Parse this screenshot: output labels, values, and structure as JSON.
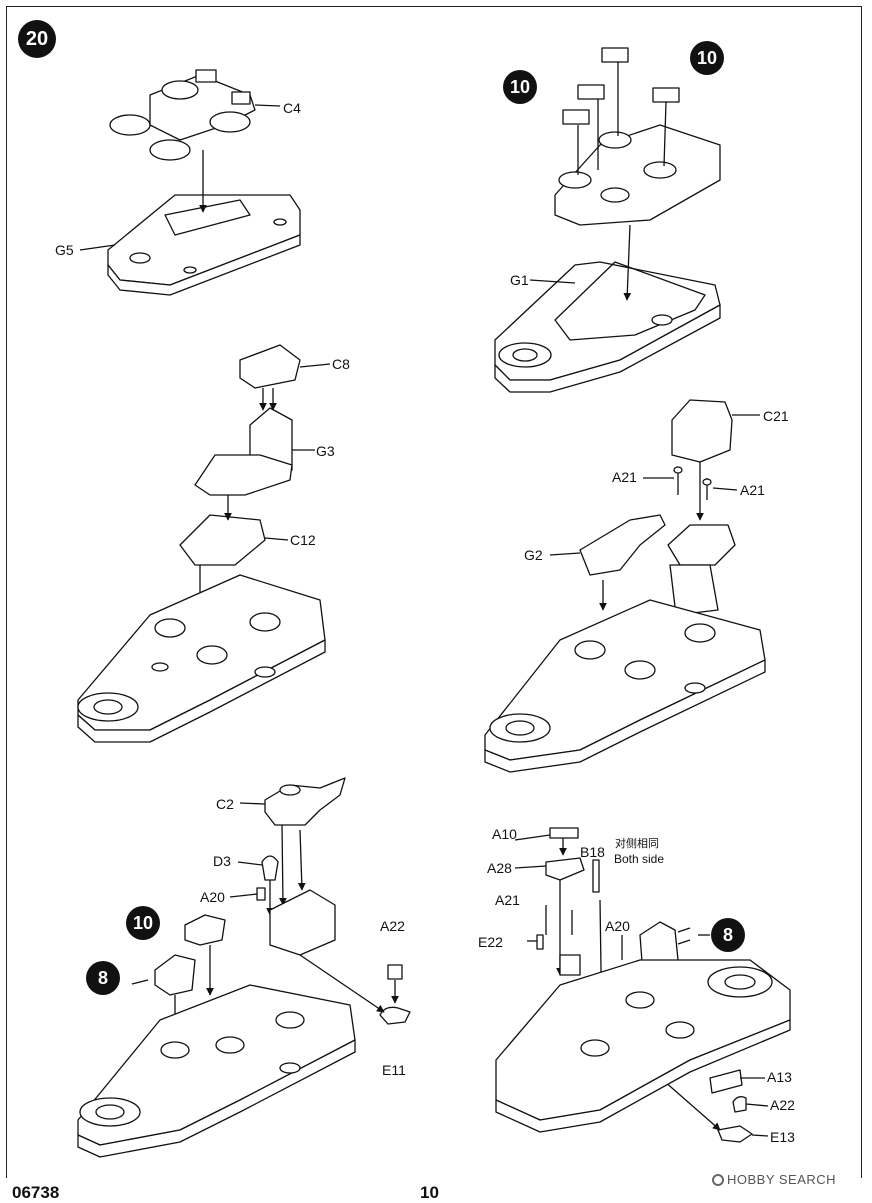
{
  "page": {
    "step_number": "20",
    "model_code": "06738",
    "page_number": "10",
    "watermark": "HOBBY SEARCH"
  },
  "panels": {
    "p1": {
      "labels": {
        "c4": "C4",
        "g5": "G5"
      }
    },
    "p2": {
      "labels": {
        "g1": "G1"
      },
      "badges": [
        "10",
        "10"
      ]
    },
    "p3": {
      "labels": {
        "c8": "C8",
        "g3": "G3",
        "c12": "C12"
      }
    },
    "p4": {
      "labels": {
        "c21": "C21",
        "a21a": "A21",
        "a21b": "A21",
        "g2": "G2"
      }
    },
    "p5": {
      "labels": {
        "c2": "C2",
        "d3": "D3",
        "a20": "A20",
        "a22": "A22",
        "e11": "E11"
      },
      "badges": [
        "10",
        "8"
      ]
    },
    "p6": {
      "labels": {
        "a10": "A10",
        "a28": "A28",
        "b18": "B18",
        "note_cn": "对侧相同",
        "note_en": "Both side",
        "a21": "A21",
        "e22": "E22",
        "a20": "A20",
        "a13": "A13",
        "a22": "A22",
        "e13": "E13"
      },
      "badges": [
        "8"
      ]
    }
  },
  "icons": [
    "hull-section",
    "turret",
    "superstructure",
    "mast",
    "callout-leader"
  ]
}
